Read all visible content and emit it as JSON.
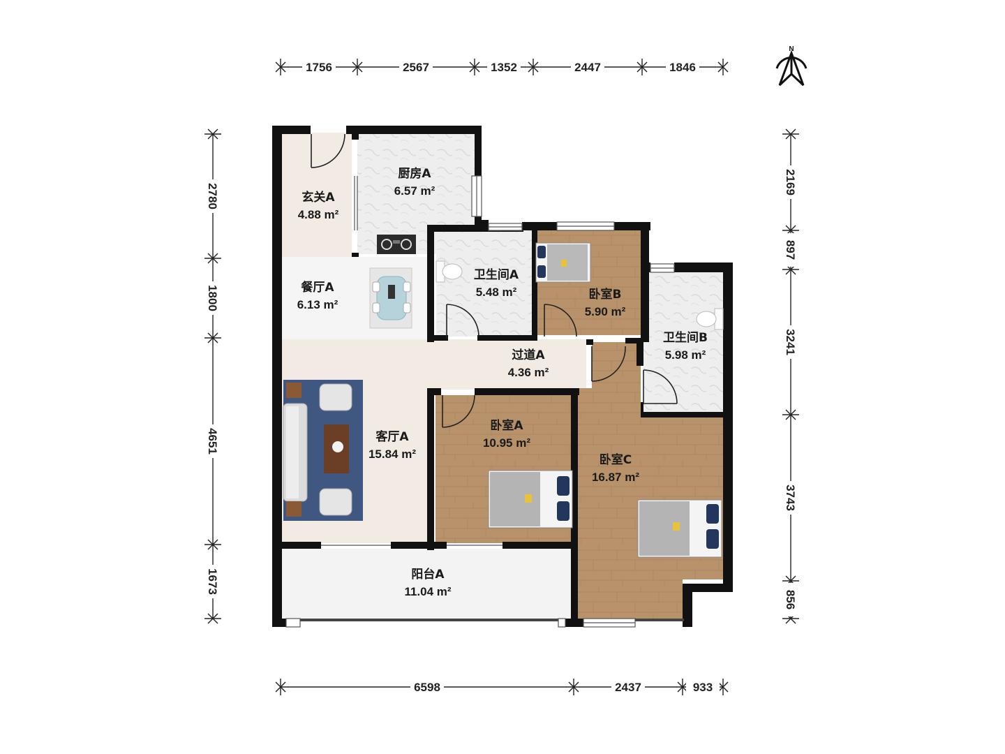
{
  "compass": {
    "label": "N",
    "icon": "north-arrow-icon"
  },
  "dimensions": {
    "top": [
      "1756",
      "2567",
      "1352",
      "2447",
      "1846"
    ],
    "bottom": [
      "6598",
      "2437",
      "933"
    ],
    "left": [
      "2780",
      "1800",
      "4651",
      "1673"
    ],
    "right": [
      "2169",
      "897",
      "3241",
      "3743",
      "856"
    ]
  },
  "rooms": {
    "entrance": {
      "name": "玄关A",
      "area": "4.88 m²"
    },
    "kitchen": {
      "name": "厨房A",
      "area": "6.57 m²"
    },
    "dining": {
      "name": "餐厅A",
      "area": "6.13 m²"
    },
    "bath_a": {
      "name": "卫生间A",
      "area": "5.48 m²"
    },
    "bedroom_b": {
      "name": "卧室B",
      "area": "5.90 m²"
    },
    "bath_b": {
      "name": "卫生间B",
      "area": "5.98 m²"
    },
    "corridor": {
      "name": "过道A",
      "area": "4.36 m²"
    },
    "living": {
      "name": "客厅A",
      "area": "15.84 m²"
    },
    "bedroom_a": {
      "name": "卧室A",
      "area": "10.95 m²"
    },
    "bedroom_c": {
      "name": "卧室C",
      "area": "16.87 m²"
    },
    "balcony": {
      "name": "阳台A",
      "area": "11.04 m²"
    }
  },
  "colors": {
    "wall": "#111111",
    "wood_floor": "#b8926a",
    "tile_floor": "#ececec",
    "light_floor": "#f1ebe3",
    "balcony_floor": "#f0f0f0",
    "rug": "#3f5781"
  }
}
